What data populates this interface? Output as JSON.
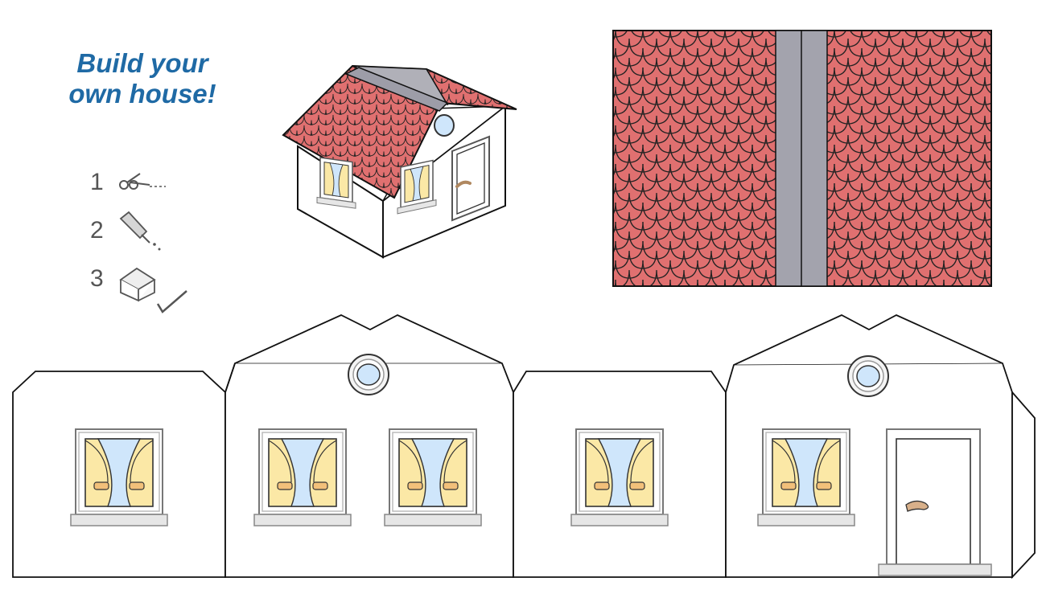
{
  "title": {
    "line1": "Build your",
    "line2": "own house!"
  },
  "steps": [
    {
      "number": "1",
      "icon": "scissors-icon"
    },
    {
      "number": "2",
      "icon": "glue-icon"
    },
    {
      "number": "3",
      "icon": "house-check-icon"
    }
  ],
  "colors": {
    "title": "#1f6aa5",
    "roof_tile": "#e07070",
    "roof_ridge": "#a3a3ad",
    "curtain": "#fbe8a6",
    "window_glass": "#cfe6fb",
    "door_handle": "#d8b08a",
    "outline": "#111111"
  }
}
